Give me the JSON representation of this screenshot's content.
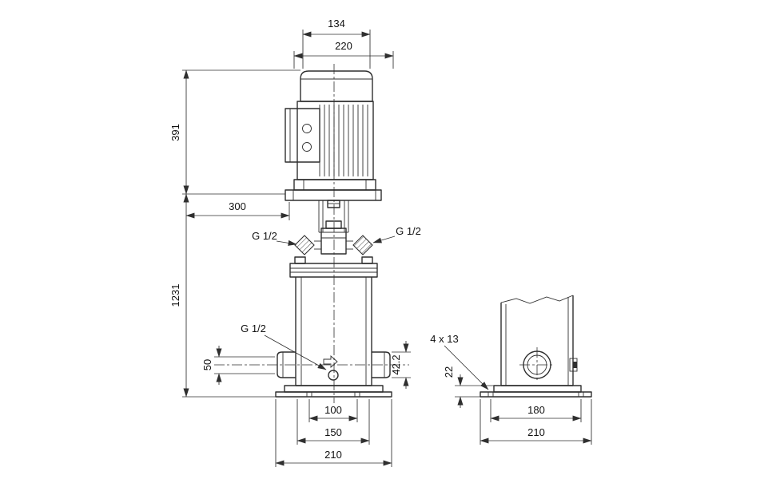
{
  "colors": {
    "background": "#ffffff",
    "line": "#2f2f2f",
    "text": "#111111"
  },
  "labels": {
    "fan_width": "134",
    "motor_width": "220",
    "motor_height": "391",
    "total_height": "1231",
    "clearance": "300",
    "gauge_port_left": "G 1/2",
    "gauge_port_right": "G 1/2",
    "drain_port": "G 1/2",
    "base_holes": "4 x 13",
    "port_outer_diameter": "42.2",
    "port_center_offset": "50",
    "baseplate_height": "22",
    "foot_hole_spacing": "100",
    "base_width": "150",
    "baseplate_width": "210",
    "side_hole_spacing": "180",
    "side_baseplate_width": "210"
  }
}
